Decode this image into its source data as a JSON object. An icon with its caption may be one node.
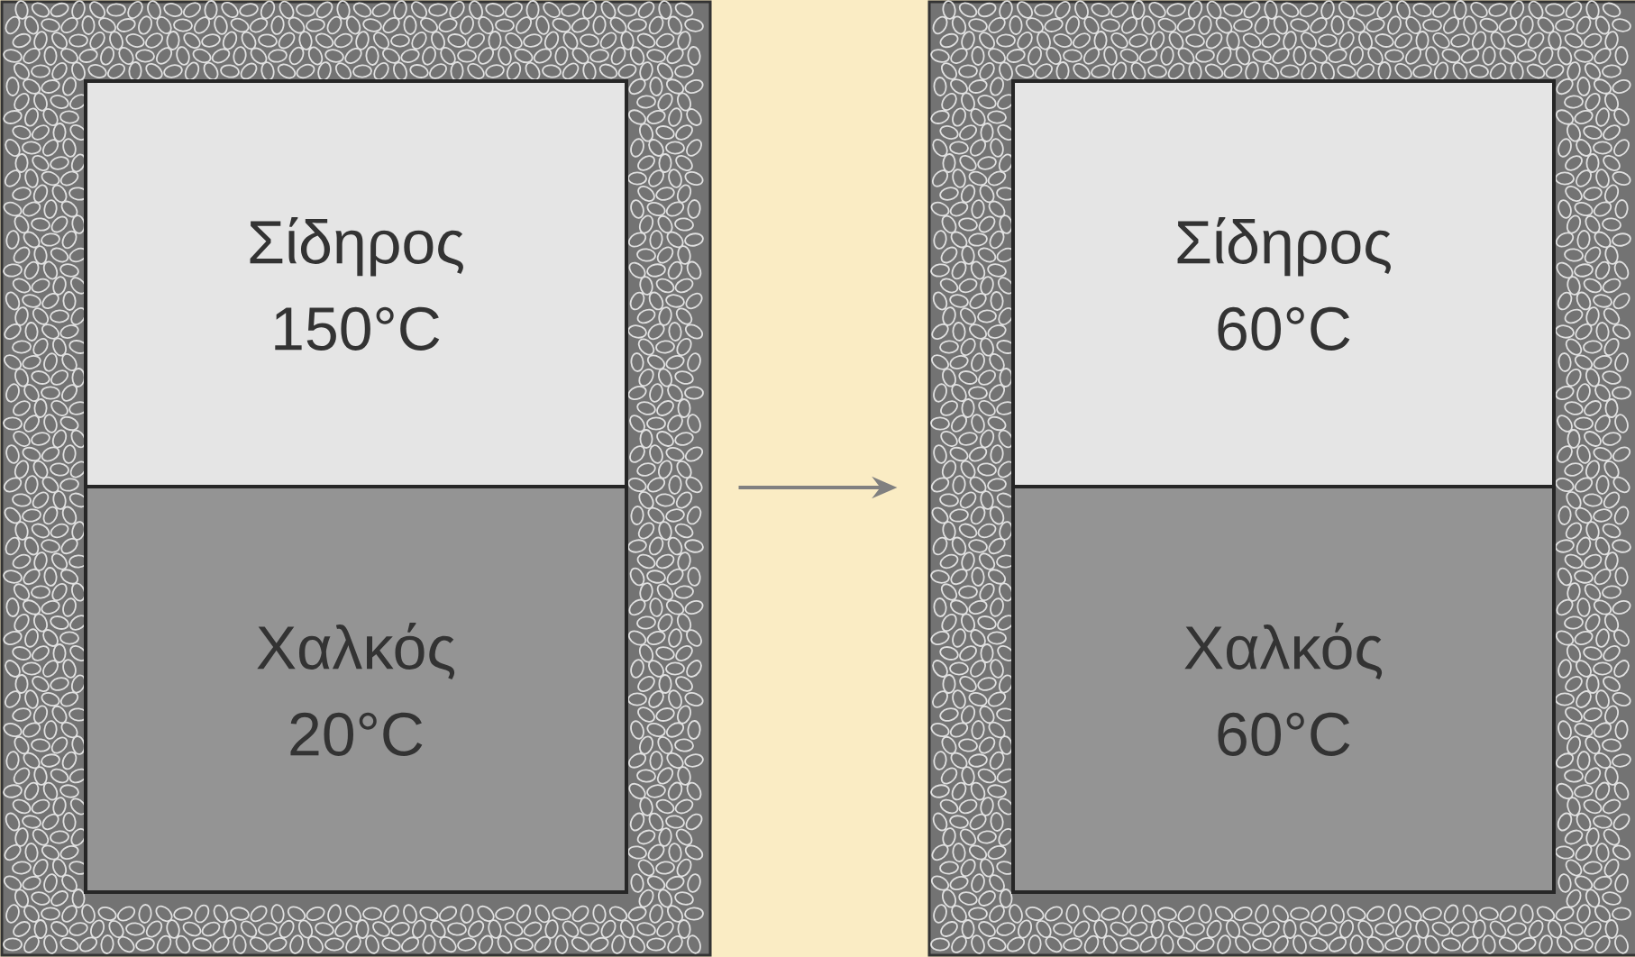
{
  "diagram": {
    "nodes": [
      {
        "text": [],
        "shape": "box"
      },
      {
        "text": [
          "Σίδηρος",
          "150°C"
        ],
        "in": 0
      },
      {
        "text": [
          "Χαλκός",
          "20°C"
        ],
        "in": 0
      },
      {
        "text": [],
        "shape": "box"
      },
      {
        "text": [
          "Σίδηρος",
          "60°C"
        ],
        "in": 3
      },
      {
        "text": [
          "Χαλκός",
          "60°C"
        ],
        "in": 3
      }
    ],
    "edges": [
      {
        "from": 0,
        "to": 3,
        "arrow": "to",
        "color": "#808080"
      }
    ]
  }
}
